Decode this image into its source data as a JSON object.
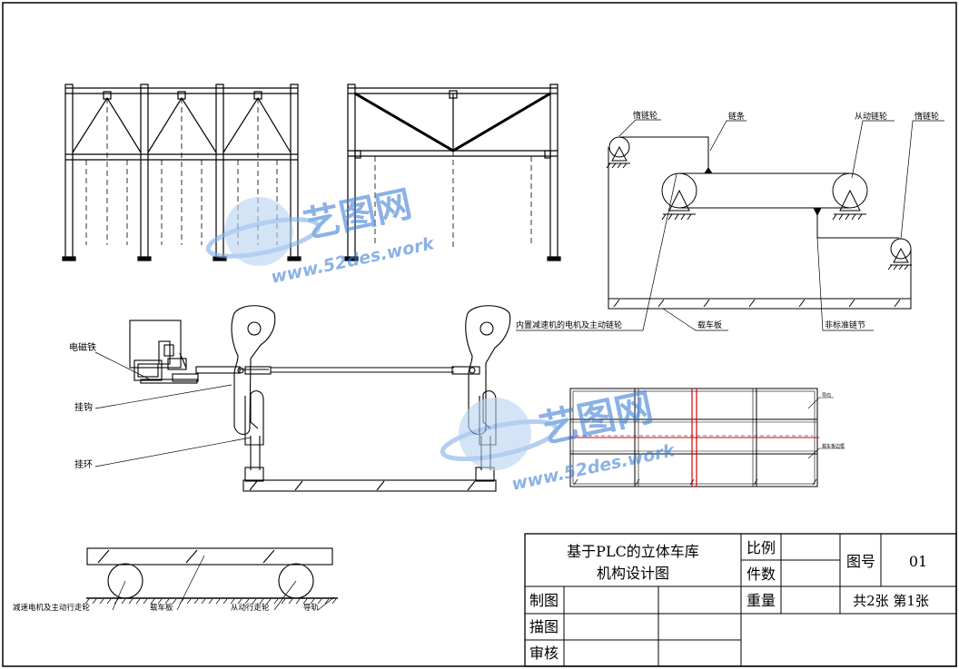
{
  "labels": {
    "tensioner_left": "惰链轮",
    "chain": "链条",
    "driven_sprocket": "从动链轮",
    "tensioner_right": "惰链轮",
    "motor_drive_sprocket": "内置减速机的电机及主动链轮",
    "car_plate": "载车板",
    "nonstandard_link": "非标准链节",
    "electromagnet": "电磁铁",
    "hook": "挂钩",
    "ring": "挂环",
    "grid_label_1": "导向",
    "grid_label_2": "载车板边框",
    "cart_motor": "减速电机及主动行走轮",
    "cart_plate": "载车板",
    "cart_driven_wheel": "从动行走轮",
    "rail": "导轨"
  },
  "watermark": {
    "text": "艺图网",
    "url": "www.52des.work"
  },
  "title_block": {
    "title_line1": "基于PLC的立体车库",
    "title_line2": "机构设计图",
    "scale_label": "比例",
    "qty_label": "件数",
    "weight_label": "重量",
    "drawing_no_label": "图号",
    "drawing_no": "01",
    "sheets": "共2张  第1张",
    "drawn_label": "制图",
    "traced_label": "描图",
    "checked_label": "审核"
  }
}
